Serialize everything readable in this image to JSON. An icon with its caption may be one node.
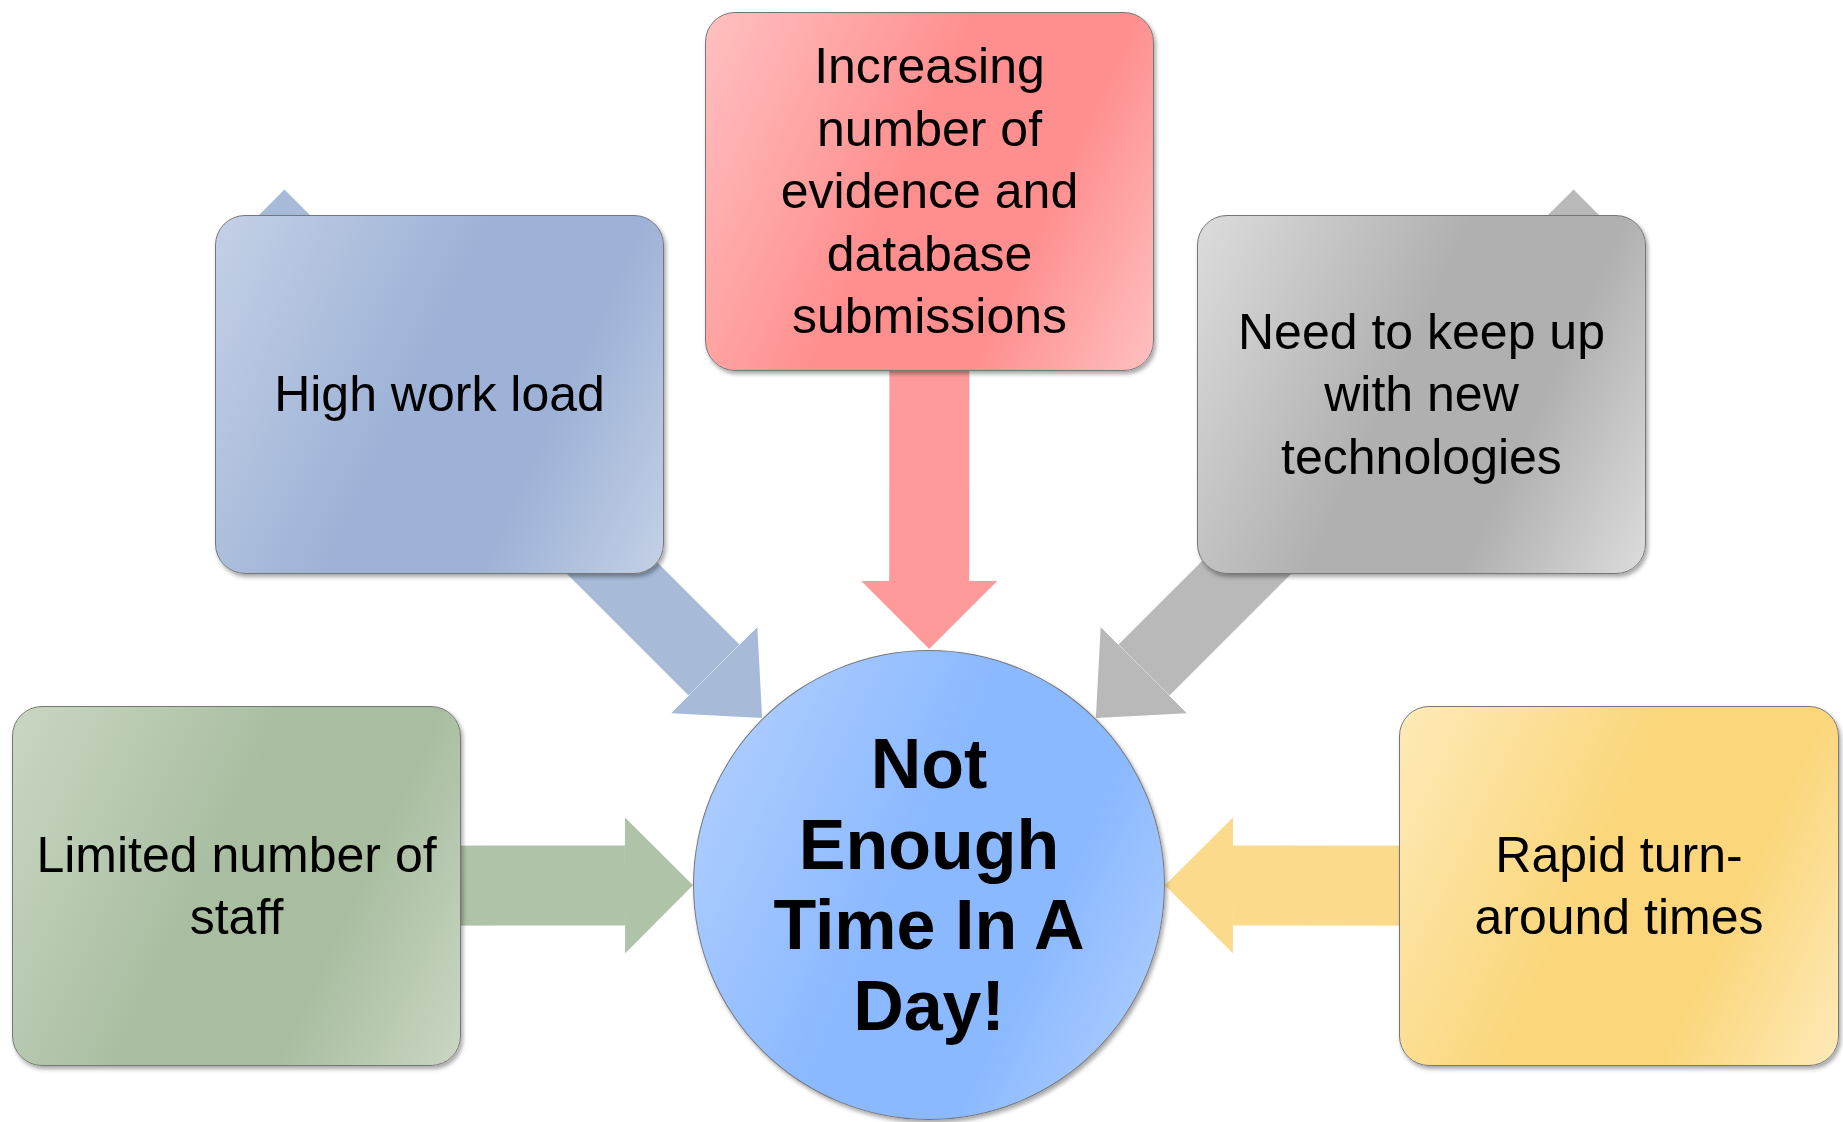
{
  "diagram": {
    "nodes": [
      {
        "text": [
          "High work load"
        ]
      },
      {
        "text": [
          "Increasing number of evidence and database submissions"
        ]
      },
      {
        "text": [
          "Need to keep up with new technologies"
        ]
      },
      {
        "text": [
          "Limited number of staff"
        ]
      },
      {
        "text": [
          "Not Enough Time In A Day!"
        ]
      },
      {
        "text": [
          "Rapid turn-around times"
        ]
      }
    ],
    "edges": [
      {
        "from": 0,
        "to": 4,
        "arrow": "to",
        "color": "#a7bbd9"
      },
      {
        "from": 1,
        "to": 4,
        "arrow": "to",
        "color": "#ff9a9a"
      },
      {
        "from": 2,
        "to": 4,
        "arrow": "to",
        "color": "#b9b9b9"
      },
      {
        "from": 3,
        "to": 4,
        "arrow": "to",
        "color": "#afc3a8"
      },
      {
        "from": 5,
        "to": 4,
        "arrow": "to",
        "color": "#fbda8c"
      }
    ]
  }
}
